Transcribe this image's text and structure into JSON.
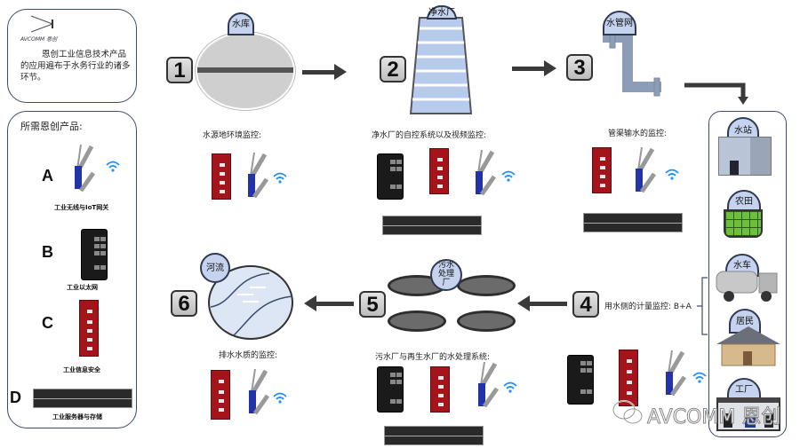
{
  "intro_panel": {
    "logo_text": "AVCOMM 恩创",
    "description": "恩创工业信息技术产品的应用遍布于水务行业的诸多环节。"
  },
  "products_panel": {
    "title": "所需恩创产品:",
    "items": [
      {
        "letter": "A",
        "label": "工业无线与IoT网关",
        "icon": "wireless-gateway-icon"
      },
      {
        "letter": "B",
        "label": "工业以太网",
        "icon": "ethernet-switch-icon"
      },
      {
        "letter": "C",
        "label": "工业信息安全",
        "icon": "security-device-icon"
      },
      {
        "letter": "D",
        "label": "工业服务器与存储",
        "icon": "server-icon"
      }
    ]
  },
  "steps": [
    {
      "number": "1",
      "bubble": "水库",
      "caption": "水源地环境监控:"
    },
    {
      "number": "2",
      "bubble": "净水厂",
      "caption": "净水厂的自控系统以及视频监控:"
    },
    {
      "number": "3",
      "bubble": "水管网",
      "caption": "管渠输水的监控:"
    },
    {
      "number": "4",
      "bubble": "",
      "caption": "用水侧的计量监控: B+A"
    },
    {
      "number": "5",
      "bubble": "污水处理厂",
      "caption": "污水厂与再生水厂的水处理系统:"
    },
    {
      "number": "6",
      "bubble": "河流",
      "caption": "排水水质的监控:"
    }
  ],
  "consumers": [
    {
      "label": "水站"
    },
    {
      "label": "农田"
    },
    {
      "label": "水车"
    },
    {
      "label": "居民"
    },
    {
      "label": "工厂"
    }
  ],
  "watermark": "AVCOMM 恩创",
  "colors": {
    "panel_border": "#3d4a6b",
    "bubble_fill": "#c5d3ee",
    "security_red": "#a3151a",
    "wireless_blue": "#2233aa",
    "wifi_blue": "#1e90ff"
  }
}
